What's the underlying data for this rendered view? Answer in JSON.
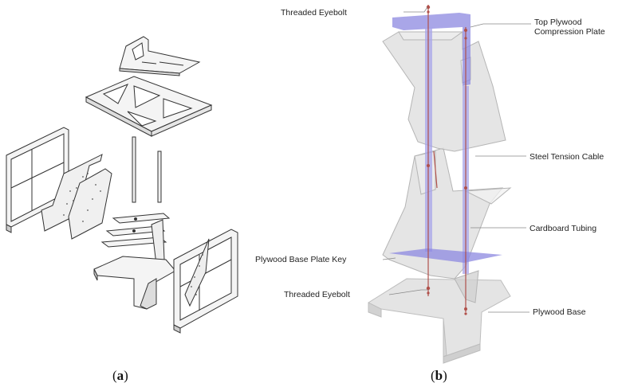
{
  "captions": {
    "a_open": "(",
    "a_letter": "a",
    "a_close": ")",
    "b_open": "(",
    "b_letter": "b",
    "b_close": ")"
  },
  "labels": {
    "threaded_eyebolt_top": "Threaded Eyebolt",
    "top_plate_line1": "Top Plywood",
    "top_plate_line2": "Compression Plate",
    "steel_cable": "Steel Tension Cable",
    "cardboard_tubing": "Cardboard Tubing",
    "base_plate_key": "Plywood Base Plate Key",
    "threaded_eyebolt_bottom": "Threaded Eyebolt",
    "plywood_base": "Plywood Base"
  },
  "colors": {
    "plate_accent": "#8c88e0",
    "cable": "#b0504a",
    "cardboard": "#d4d4d4",
    "outline": "#444444"
  }
}
